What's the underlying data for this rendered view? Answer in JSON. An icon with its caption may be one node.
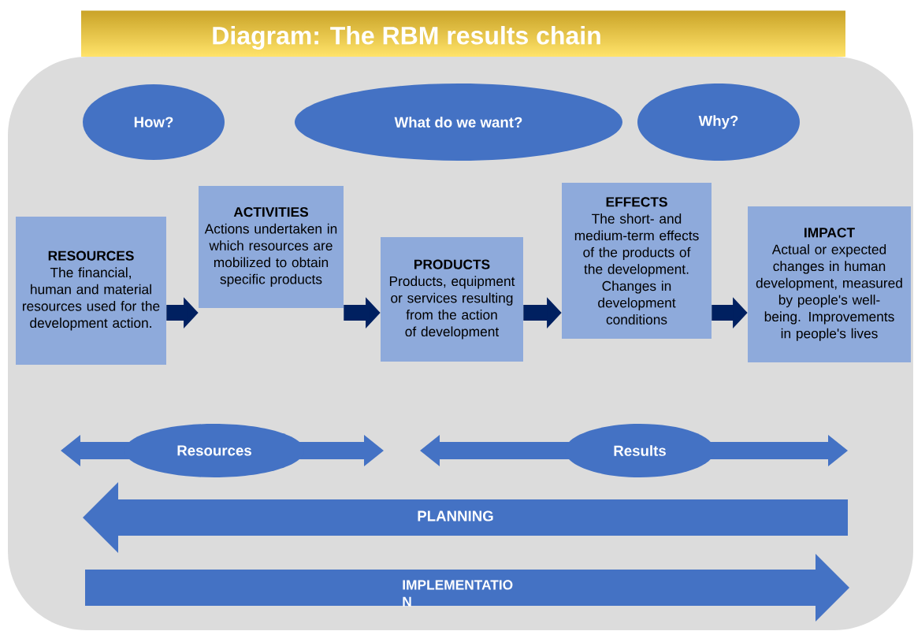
{
  "diagram": {
    "title": "Diagram: The RBM results chain",
    "nodes": [
      {
        "text": [
          "How?"
        ]
      },
      {
        "text": [
          "What do we want?"
        ]
      },
      {
        "text": [
          "Why?"
        ]
      },
      {
        "text": [
          "RESOURCES",
          "The financial, human and material resources used for the development action."
        ]
      },
      {
        "text": [
          "ACTIVITIES",
          "Actions undertaken in which resources are mobilized to obtain specific products"
        ]
      },
      {
        "text": [
          "PRODUCTS",
          "Products, equipment or services resulting from the action of development"
        ]
      },
      {
        "text": [
          "EFFECTS",
          "The short- and medium-term effects of the products of the development. Changes in development conditions"
        ]
      },
      {
        "text": [
          "IMPACT",
          "Actual or expected changes in human development, measured by people's well-being. Improvements in people's lives"
        ]
      },
      {
        "text": [
          "Resources"
        ]
      },
      {
        "text": [
          "Results"
        ]
      },
      {
        "text": [
          "PLANNING"
        ]
      },
      {
        "text": [
          "IMPLEMENTATIO N"
        ]
      }
    ],
    "edges": [
      {
        "from": 3,
        "to": 4,
        "arrow": "to"
      },
      {
        "from": 4,
        "to": 5,
        "arrow": "to"
      },
      {
        "from": 5,
        "to": 6,
        "arrow": "to"
      },
      {
        "from": 6,
        "to": 7,
        "arrow": "to"
      }
    ]
  }
}
